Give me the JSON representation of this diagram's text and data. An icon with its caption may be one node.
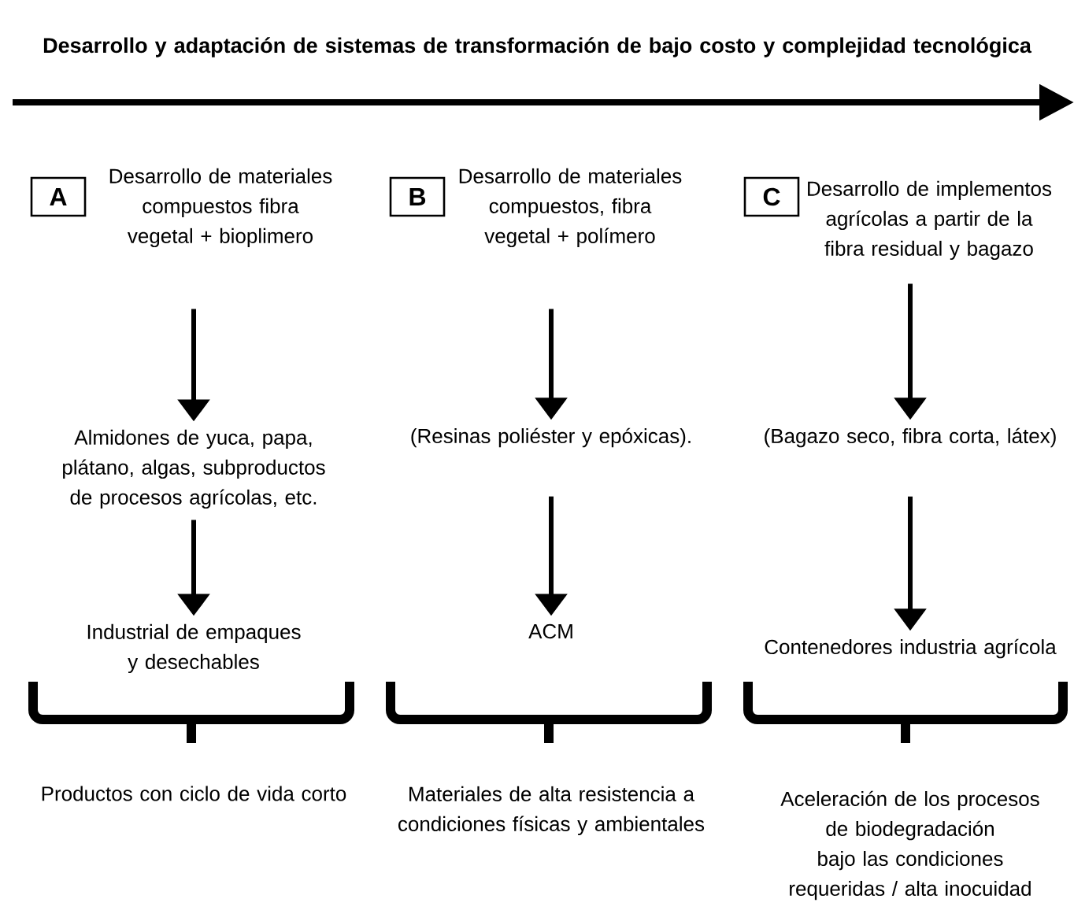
{
  "diagram": {
    "title": "Desarrollo y adaptación de sistemas de transformación de bajo costo y complejidad tecnológica",
    "nodes": [
      {
        "text": [
          "A",
          "Desarrollo de materiales compuestos fibra vegetal + bioplimero"
        ]
      },
      {
        "text": [
          "Almidones de yuca, papa, plátano, algas, subproductos de procesos agrícolas, etc."
        ]
      },
      {
        "text": [
          "Industrial de empaques y desechables"
        ]
      },
      {
        "text": [
          "Productos con ciclo de vida corto"
        ]
      },
      {
        "text": [
          "B",
          "Desarrollo de materiales compuestos, fibra vegetal + polímero"
        ]
      },
      {
        "text": [
          "(Resinas poliéster y epóxicas)."
        ]
      },
      {
        "text": [
          "ACM"
        ]
      },
      {
        "text": [
          "Materiales de alta resistencia a condiciones físicas y ambientales"
        ]
      },
      {
        "text": [
          "C",
          "Desarrollo de implementos agrícolas a partir de la fibra residual y bagazo"
        ]
      },
      {
        "text": [
          "(Bagazo seco, fibra corta, látex)"
        ]
      },
      {
        "text": [
          "Contenedores industria agrícola"
        ]
      },
      {
        "text": [
          "Aceleración de los procesos de biodegradación bajo las condiciones requeridas / alta inocuidad"
        ]
      }
    ],
    "edges": [
      {
        "from": 0,
        "to": 1,
        "arrow": "to"
      },
      {
        "from": 1,
        "to": 2,
        "arrow": "to"
      },
      {
        "from": 4,
        "to": 5,
        "arrow": "to"
      },
      {
        "from": 5,
        "to": 6,
        "arrow": "to"
      },
      {
        "from": 8,
        "to": 9,
        "arrow": "to"
      },
      {
        "from": 9,
        "to": 10,
        "arrow": "to"
      }
    ]
  }
}
